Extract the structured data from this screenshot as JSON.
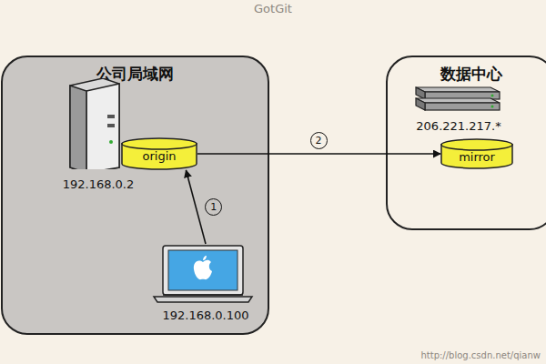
{
  "diagram": {
    "title": "GotGit",
    "nodes": [
      {
        "text": [
          "公司局域网"
        ]
      },
      {
        "text": [
          "192.168.0.2"
        ],
        "in": 0
      },
      {
        "text": [
          "origin"
        ],
        "in": 0
      },
      {
        "text": [
          "192.168.0.100"
        ],
        "in": 0
      },
      {
        "text": [
          "数据中心"
        ]
      },
      {
        "text": [
          "206.221.217.*"
        ],
        "in": 4
      },
      {
        "text": [
          "mirror"
        ],
        "in": 4
      }
    ],
    "edges": [
      {
        "from": 3,
        "to": 2,
        "label": "1",
        "arrow": "to"
      },
      {
        "from": 2,
        "to": 6,
        "label": "2",
        "arrow": "to"
      }
    ],
    "labels": [
      "http://blog.csdn.net/qianw"
    ]
  }
}
